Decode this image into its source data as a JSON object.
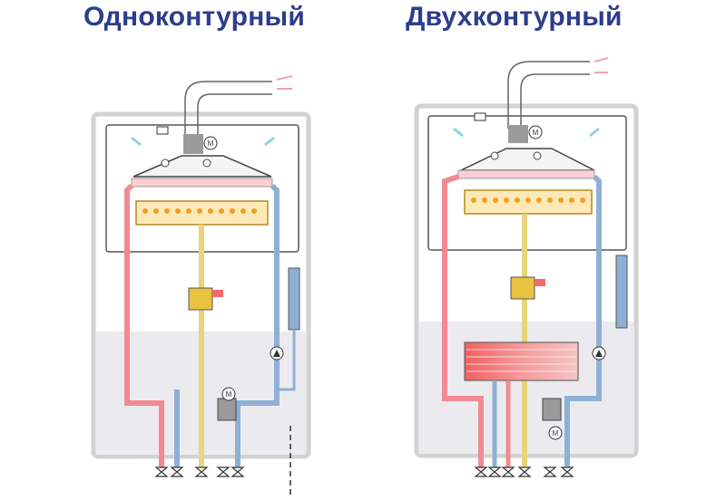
{
  "titles": {
    "single_circuit": "Одноконтурный",
    "double_circuit": "Двухконтурный"
  },
  "colors": {
    "title": "#2e3c8c",
    "hot_pipe": "#f28a93",
    "cold_pipe": "#8fb0d6",
    "gas_pipe": "#e8d47c",
    "burner_flame": "#f0a020",
    "casing": "#d2d2d2",
    "air_arrow": "#8fd3dd",
    "exhaust_arrow": "#f2a2ad"
  },
  "icons": {
    "motor_label": "M"
  }
}
